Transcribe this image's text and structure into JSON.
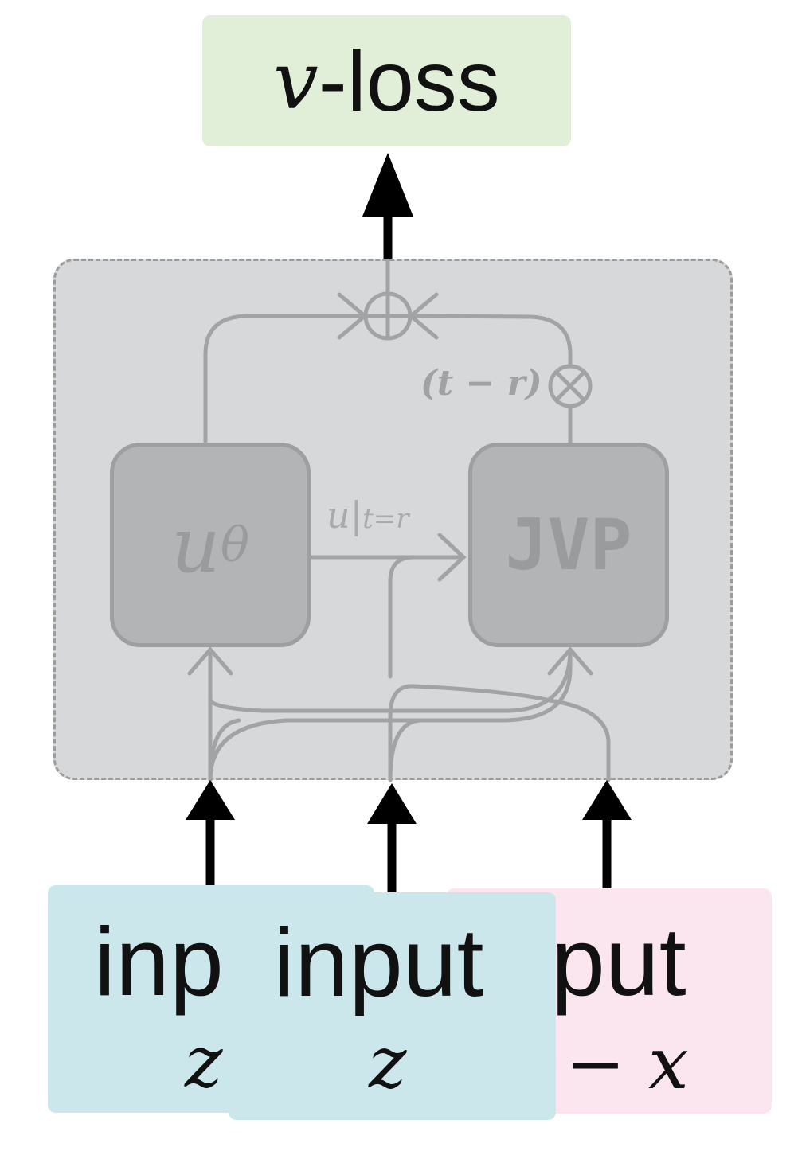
{
  "loss": {
    "symbol": "v",
    "text": "-loss"
  },
  "block_left": {
    "symbol": "u",
    "subscript": "θ"
  },
  "block_right": {
    "label": "JVP"
  },
  "multiplier_label": "(t − r)",
  "edge_label": {
    "symbol": "u",
    "subscript": "t=r"
  },
  "inputs": [
    {
      "word": "inp",
      "var": "z"
    },
    {
      "word": "input",
      "var": "z"
    },
    {
      "word": "put",
      "var": "− x"
    }
  ],
  "colors": {
    "loss_box": "#e1eed8",
    "input_box_blue": "#cbe7ec",
    "input_box_pink": "#fbe6f0",
    "panel": "#d7d8da",
    "inner_block": "#b3b4b6"
  }
}
